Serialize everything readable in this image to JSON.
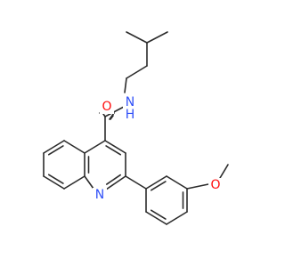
{
  "molecule": {
    "atom_labels": {
      "amide_O": "O",
      "amide_N": "N",
      "amide_H": "H",
      "ring_N": "N",
      "ether_O": "O"
    },
    "colors": {
      "bond": "#2b2b2b",
      "oxygen": "#ff0d0d",
      "nitrogen": "#3050f8",
      "background": "#ffffff"
    }
  }
}
